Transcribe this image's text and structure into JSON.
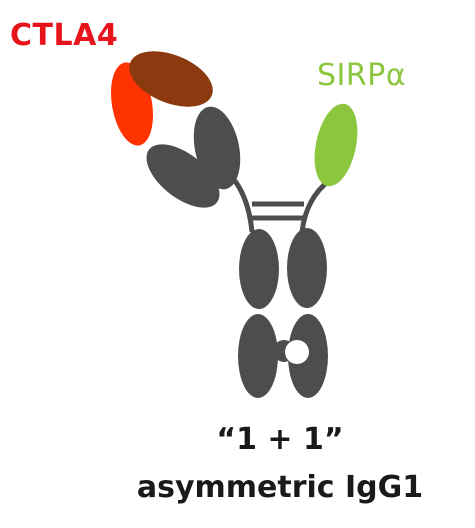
{
  "labels": {
    "ctla4": "CTLA4",
    "sirpa": "SIRPα"
  },
  "caption": {
    "line1": "“1 + 1”",
    "line2": "asymmetric IgG1"
  },
  "colors": {
    "ctla4_text": "#e8141b",
    "ctla4_domain_red": "#ff3300",
    "ctla4_domain_brown": "#8b3a0f",
    "sirpa_text": "#8cc63f",
    "sirpa_domain": "#8cc63f",
    "igg_gray": "#4d4d4d"
  }
}
